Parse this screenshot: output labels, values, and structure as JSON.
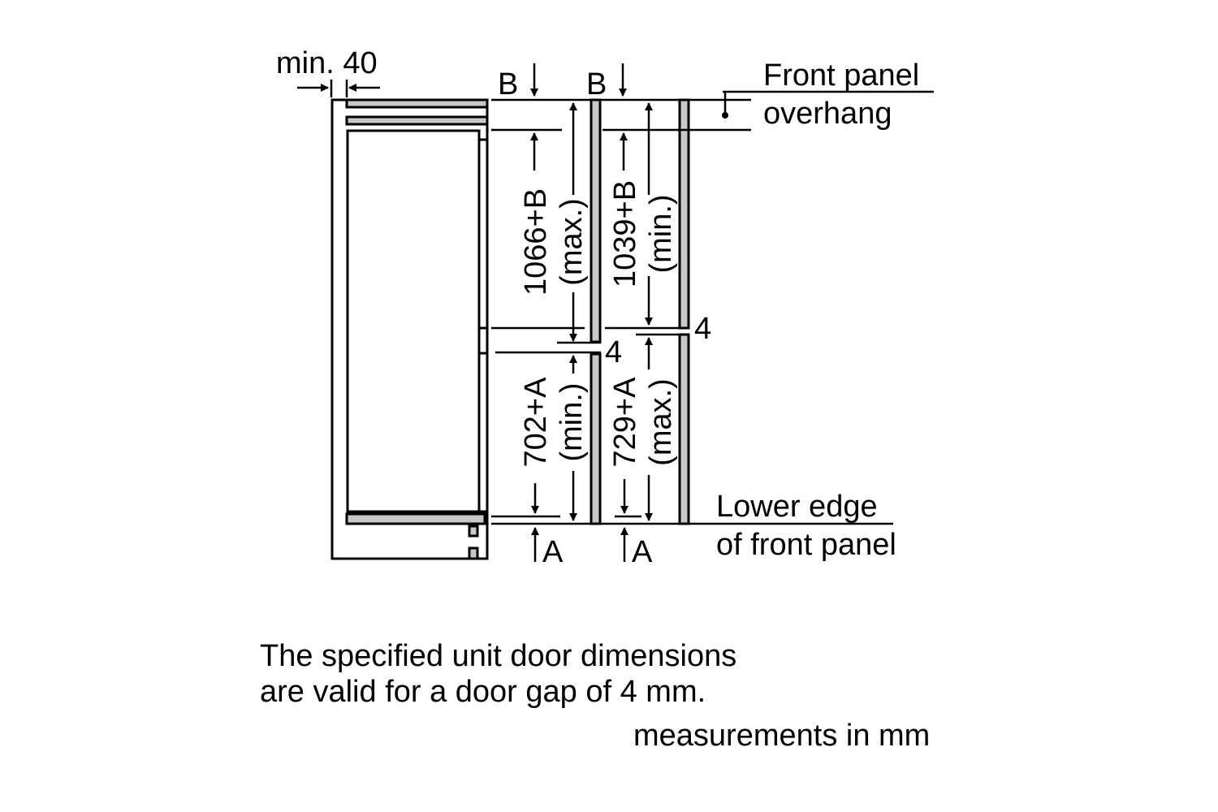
{
  "diagram": {
    "min_clearance_label": "min. 40",
    "b_label_1": "B",
    "b_label_2": "B",
    "a_label_1": "A",
    "a_label_2": "A",
    "upper_door_max": "1066+B",
    "upper_door_max_qualifier": "(max.)",
    "upper_door_min": "1039+B",
    "upper_door_min_qualifier": "(min.)",
    "lower_door_min": "702+A",
    "lower_door_min_qualifier": "(min.)",
    "lower_door_max": "729+A",
    "lower_door_max_qualifier": "(max.)",
    "gap_label_1": "4",
    "gap_label_2": "4",
    "front_panel_overhang_line1": "Front panel",
    "front_panel_overhang_line2": "overhang",
    "lower_edge_line1": "Lower edge",
    "lower_edge_line2": "of front panel"
  },
  "notes": {
    "line1": "The specified unit door dimensions",
    "line2": "are valid for a door gap of 4 mm.",
    "units": "measurements in mm"
  }
}
